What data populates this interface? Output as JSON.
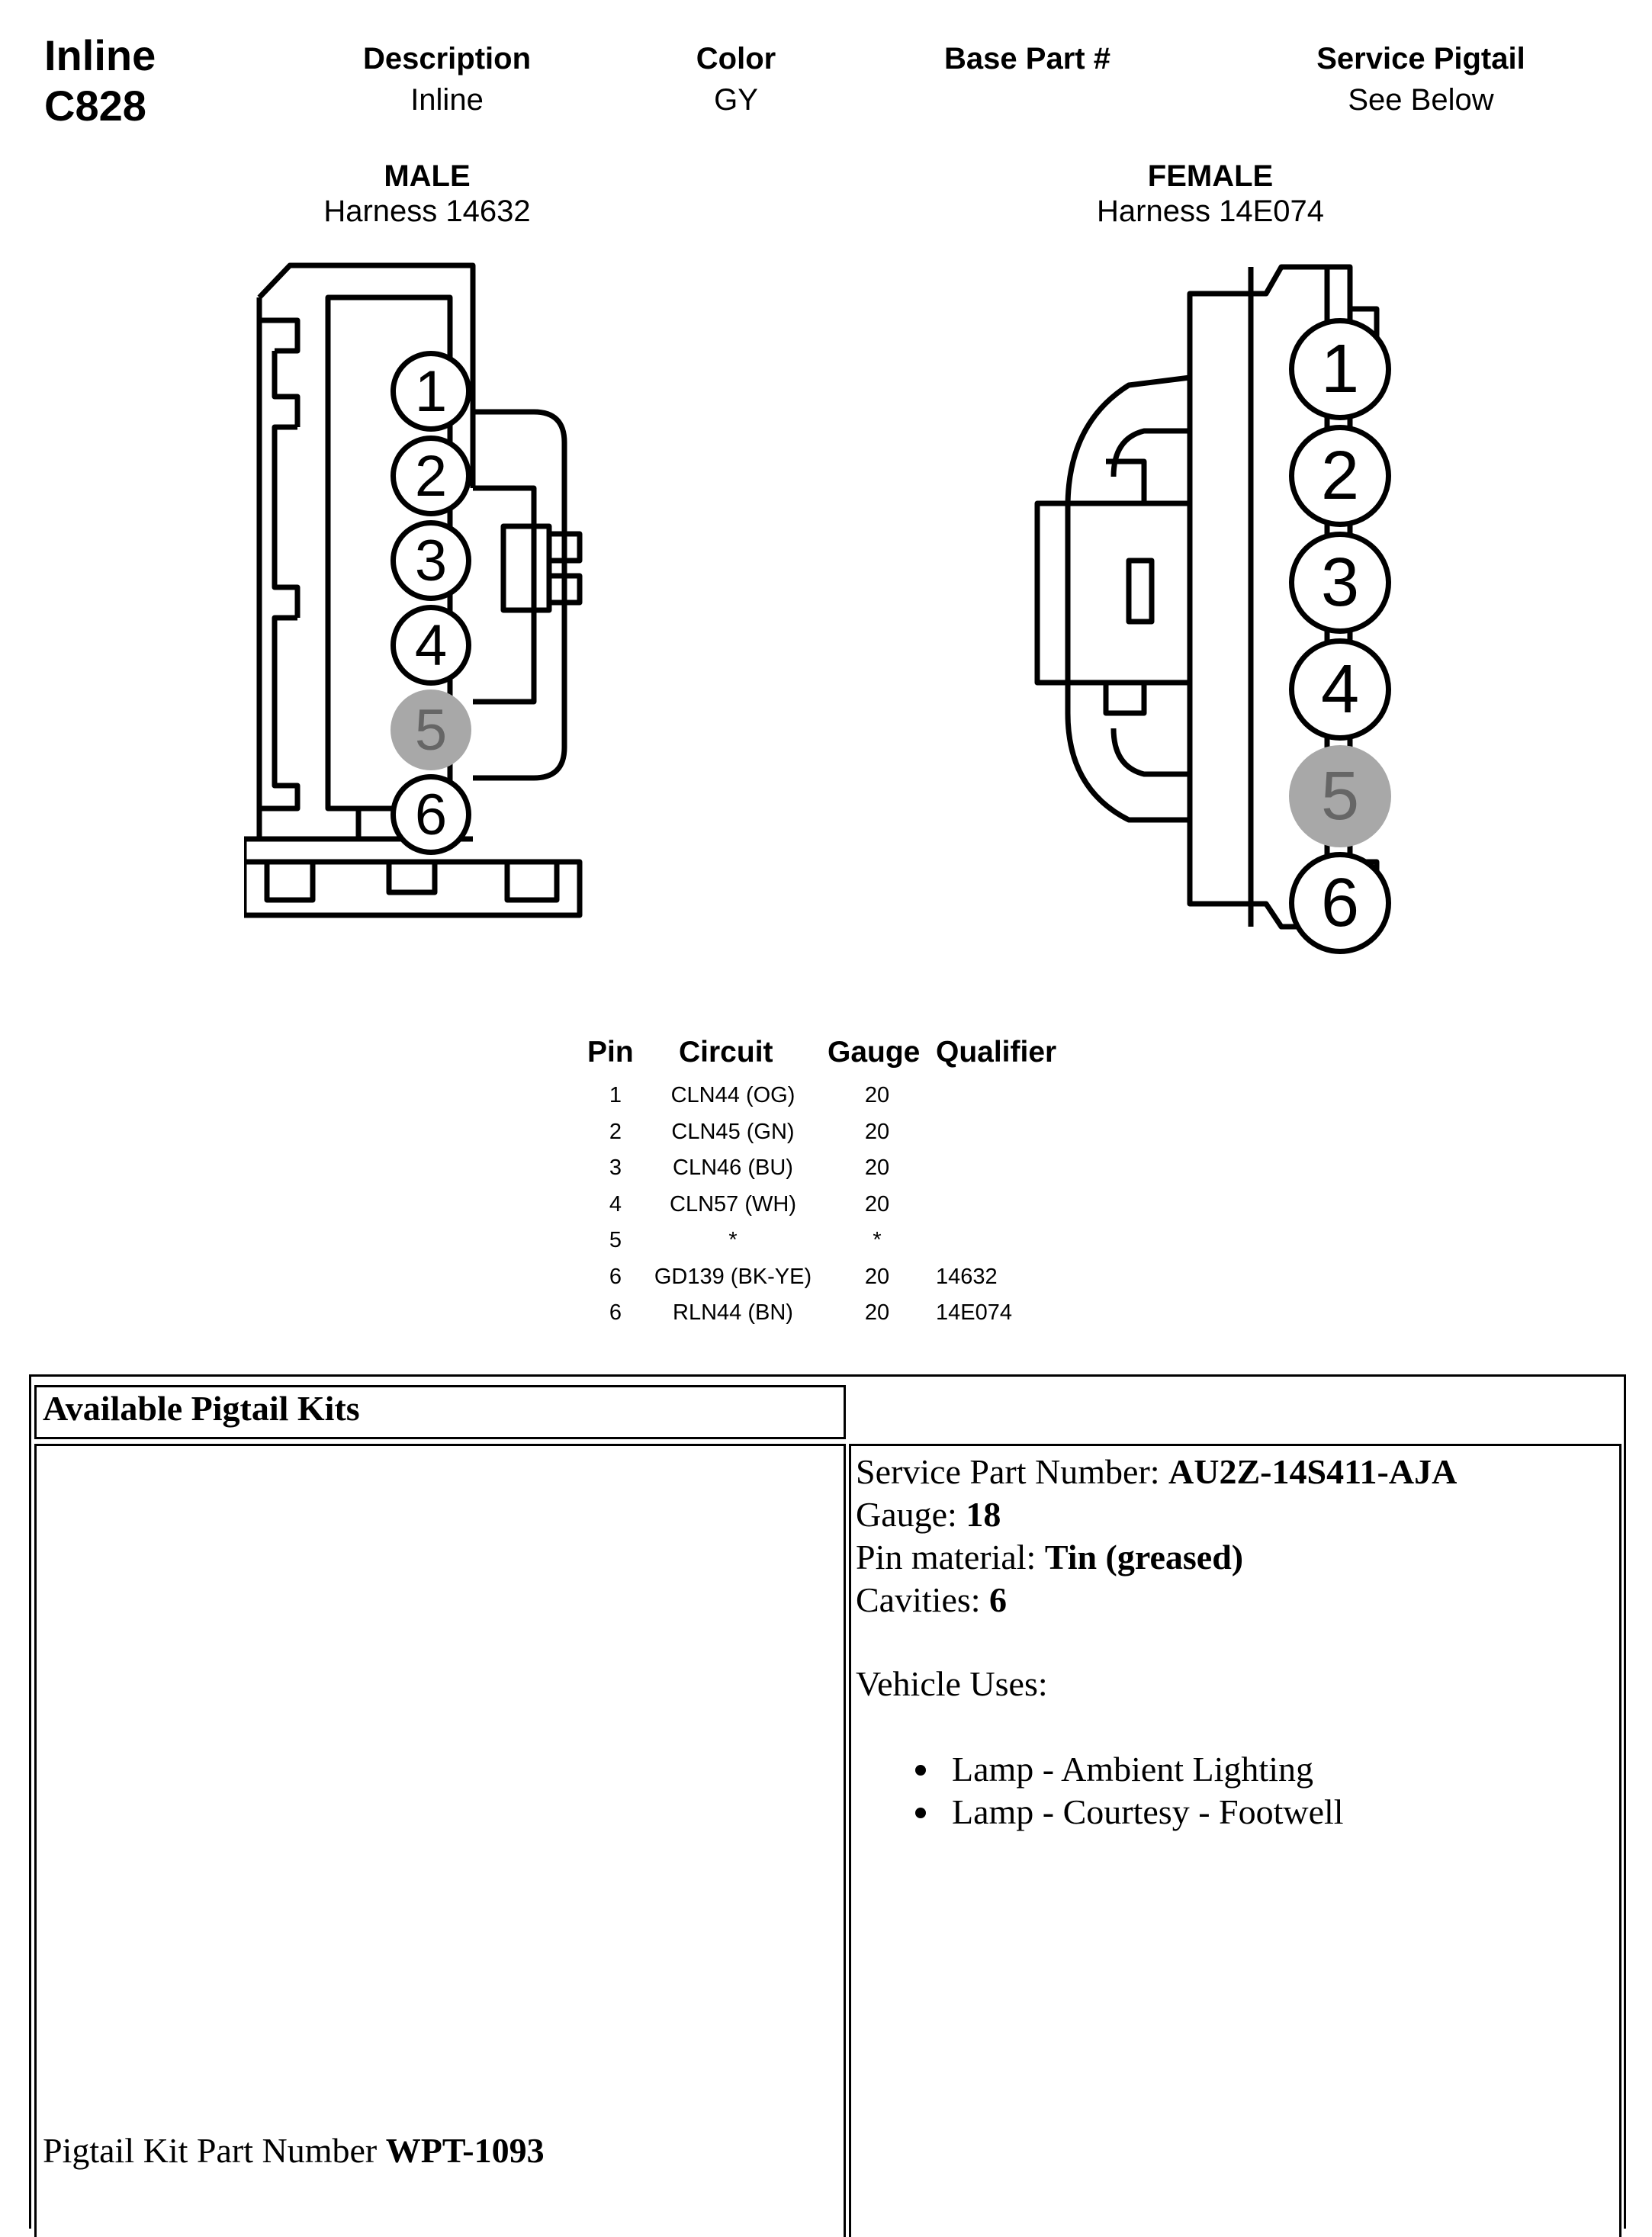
{
  "connector": {
    "line1": "Inline",
    "line2": "C828"
  },
  "header": {
    "description": {
      "label": "Description",
      "value": "Inline"
    },
    "color": {
      "label": "Color",
      "value": "GY"
    },
    "base_part": {
      "label": "Base Part #",
      "value": ""
    },
    "service_pigtail": {
      "label": "Service Pigtail",
      "value": "See Below"
    }
  },
  "male": {
    "label": "MALE",
    "harness": "Harness  14632"
  },
  "female": {
    "label": "FEMALE",
    "harness": "Harness  14E074"
  },
  "pins": [
    "1",
    "2",
    "3",
    "4",
    "5",
    "6"
  ],
  "pin_table": {
    "headers": {
      "pin": "Pin",
      "circuit": "Circuit",
      "gauge": "Gauge",
      "qualifier": "Qualifier"
    },
    "rows": [
      {
        "pin": "1",
        "circuit": "CLN44 (OG)",
        "gauge": "20",
        "qualifier": ""
      },
      {
        "pin": "2",
        "circuit": "CLN45 (GN)",
        "gauge": "20",
        "qualifier": ""
      },
      {
        "pin": "3",
        "circuit": "CLN46 (BU)",
        "gauge": "20",
        "qualifier": ""
      },
      {
        "pin": "4",
        "circuit": "CLN57 (WH)",
        "gauge": "20",
        "qualifier": ""
      },
      {
        "pin": "5",
        "circuit": "*",
        "gauge": "*",
        "qualifier": ""
      },
      {
        "pin": "6",
        "circuit": "GD139 (BK-YE)",
        "gauge": "20",
        "qualifier": "14632"
      },
      {
        "pin": "6",
        "circuit": "RLN44 (BN)",
        "gauge": "20",
        "qualifier": "14E074"
      }
    ]
  },
  "pigtail": {
    "title": "Available Pigtail Kits",
    "kit_part_label": "Pigtail Kit Part Number ",
    "kit_part_value": "WPT-1093",
    "service_part_label": "Service Part Number: ",
    "service_part_value": "AU2Z-14S411-AJA",
    "gauge_label": "Gauge: ",
    "gauge_value": "18",
    "pin_material_label": "Pin material: ",
    "pin_material_value": "Tin (greased)",
    "cavities_label": "Cavities: ",
    "cavities_value": "6",
    "vehicle_uses_label": "Vehicle Uses:",
    "vehicle_uses": [
      "Lamp - Ambient Lighting",
      "Lamp - Courtesy - Footwell"
    ]
  },
  "colors": {
    "unused_pin_fill": "#a8a8a8",
    "unused_pin_text": "#666666",
    "ink": "#000000"
  }
}
